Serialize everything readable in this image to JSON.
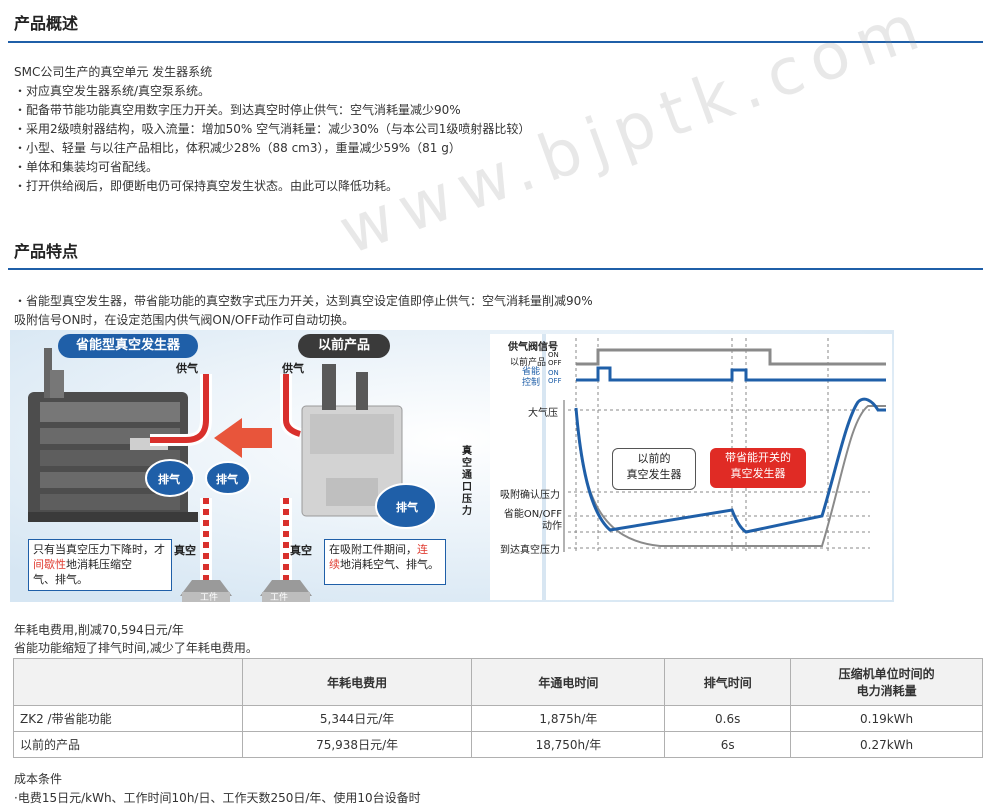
{
  "overview": {
    "title": "产品概述",
    "intro": "SMC公司生产的真空单元 发生器系统",
    "bullets": [
      "・对应真空发生器系统/真空泵系统。",
      "・配备带节能功能真空用数字压力开关。到达真空时停止供气：空气消耗量减少90%",
      "・采用2级喷射器结构，吸入流量：增加50% 空气消耗量：减少30%（与本公司1级喷射器比较）",
      "・小型、轻量 与以往产品相比，体积减少28%（88 cm3），重量减少59%（81 g）",
      "・单体和集装均可省配线。",
      "・打开供给阀后，即便断电仍可保持真空发生状态。由此可以降低功耗。"
    ]
  },
  "watermark": "www.bjptk.com",
  "features": {
    "title": "产品特点",
    "line1": "・省能型真空发生器，带省能功能的真空数字式压力开关，达到真空设定值即停止供气：空气消耗量削减90%",
    "line2": "吸附信号ON时，在设定范围内供气阀ON/OFF动作可自动切换。"
  },
  "figure": {
    "left_title": "省能型真空发生器",
    "right_title": "以前产品",
    "supply": "供气",
    "exhaust": "排气",
    "vacuum": "真空",
    "workpiece": "工件",
    "note_left": [
      "只有当真空压力下降时，",
      "才",
      "间歇性",
      "地消耗压缩空",
      "气、排气。"
    ],
    "note_right": [
      "在吸附工件期间，",
      "连",
      "续",
      "地消耗空气、排气。"
    ],
    "chart": {
      "signal_label": "供气阀信号",
      "prev_label": "以前产品",
      "eco_label_a": "省能",
      "eco_label_b": "控制",
      "on": "ON",
      "off": "OFF",
      "y_axis": "真空通口压力",
      "atm": "大气压",
      "confirm": "吸附确认压力",
      "onoff_a": "省能ON/OFF",
      "onoff_b": "动作",
      "reach": "到达真空压力",
      "callout_prev_a": "以前的",
      "callout_prev_b": "真空发生器",
      "callout_eco_a": "带省能开关的",
      "callout_eco_b": "真空发生器"
    }
  },
  "annual": {
    "line1": "年耗电费用,削减70,594日元/年",
    "line2": "省能功能缩短了排气时间,减少了年耗电费用。"
  },
  "table": {
    "headers": [
      "",
      "年耗电费用",
      "年通电时间",
      "排气时间",
      "压缩机单位时间的",
      "电力消耗量"
    ],
    "rows": [
      [
        "ZK2 /带省能功能",
        "5,344日元/年",
        "1,875h/年",
        "0.6s",
        "0.19kWh"
      ],
      [
        "以前的产品",
        "75,938日元/年",
        "18,750h/年",
        "6s",
        "0.27kWh"
      ]
    ]
  },
  "cost": {
    "title": "成本条件",
    "line": "·电费15日元/kWh、工作时间10h/日、工作天数250日/年、使用10台设备时"
  },
  "colors": {
    "accent": "#1f5fa8",
    "red": "#e03c31",
    "pipe_red": "#d9302c"
  }
}
